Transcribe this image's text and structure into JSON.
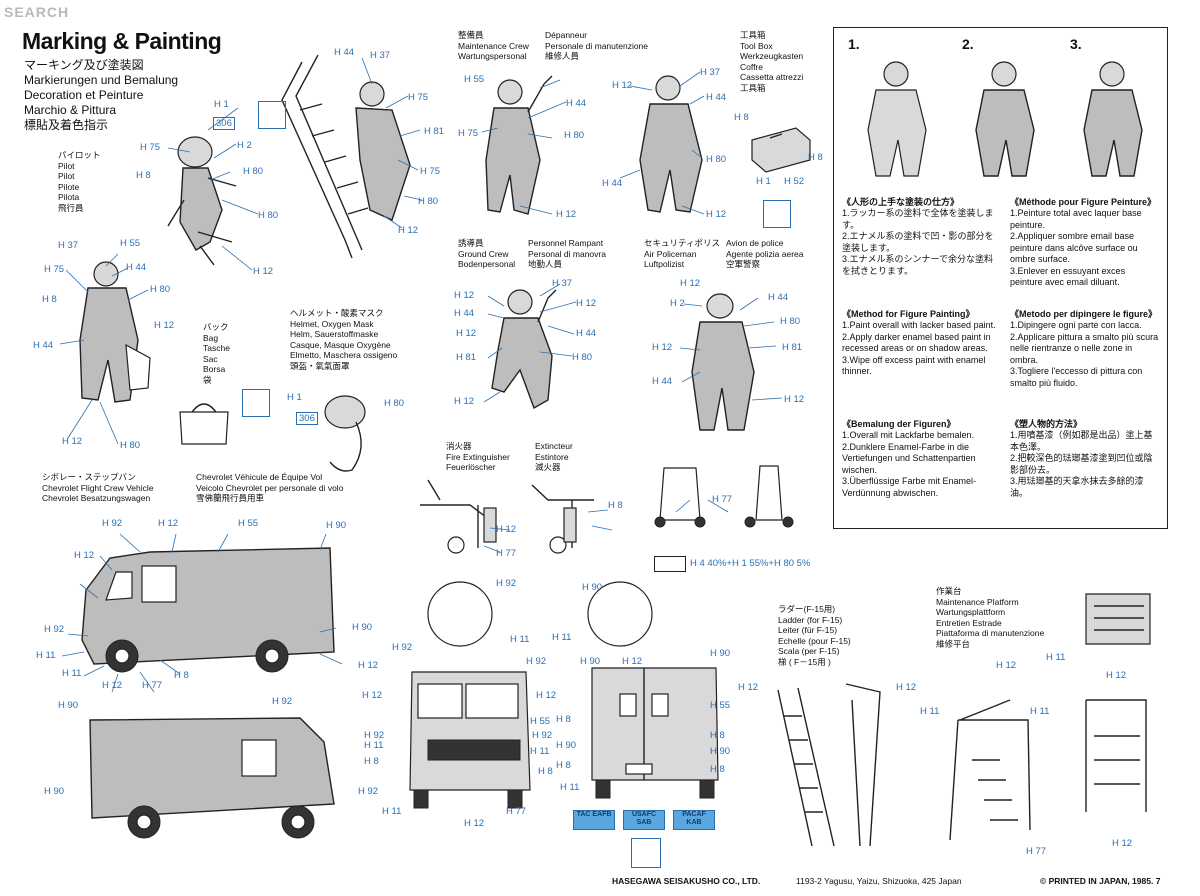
{
  "watermark": "SEARCH",
  "title": "Marking & Painting",
  "subtitle_lines": [
    "マーキング及び塗装図",
    "Markierungen und Bemalung",
    "Decoration et Peinture",
    "Marchio & Pittura",
    "標貼及着色指示"
  ],
  "figures": {
    "pilot": [
      "パイロット",
      "Pilot",
      "Pilot",
      "Pilote",
      "Pilota",
      "飛行員"
    ],
    "bag": [
      "バック",
      "Bag",
      "Tasche",
      "Sac",
      "Borsa",
      "袋"
    ],
    "helmet": [
      "ヘルメット・酸素マスク",
      "Helmet, Oxygen Mask",
      "Helm, Sauerstoffmaske",
      "Casque, Masque Oxygène",
      "Elmetto, Maschera ossigeno",
      "頭盔・氧氣面罩"
    ],
    "maint_jp": [
      "整備員",
      "Maintenance Crew",
      "Wartungspersonal"
    ],
    "maint_fr": [
      "Dépanneur",
      "Personale di manutenzione",
      "維修人員"
    ],
    "toolbox": [
      "工具箱",
      "Tool Box",
      "Werkzeugkasten",
      "Coffre",
      "Cassetta attrezzi",
      "工具箱"
    ],
    "ground_jp": [
      "誘導員",
      "Ground Crew",
      "Bodenpersonal"
    ],
    "ground_fr": [
      "Personnel Rampant",
      "Personal di manovra",
      "地勤人員"
    ],
    "police_jp": [
      "セキュリティポリス",
      "Air Policeman",
      "Luftpolizist"
    ],
    "police_fr": [
      "Avion de police",
      "Agente polizia aerea",
      "空軍警察"
    ],
    "extinguisher_jp": [
      "消火器",
      "Fire Extinguisher",
      "Feuerlöscher"
    ],
    "extinguisher_fr": [
      "Extincteur",
      "Estintore",
      "滅火器"
    ],
    "van_jp": [
      "シボレー・ステップバン",
      "Chevrolet Flight Crew Vehicle",
      "Chevrolet Besatzungswagen"
    ],
    "van_fr": [
      "Chevrolet Véhicule de Équipe Vol",
      "Veicolo Chevrolet per personale di volo",
      "雪佛蘭飛行員用車"
    ],
    "ladder": [
      "ラダー(F-15用)",
      "Ladder (for F-15)",
      "Leiter (für F-15)",
      "Echelle (pour F-15)",
      "Scala (per F-15)",
      "梯 ( F－15用 )"
    ],
    "platform": [
      "作業台",
      "Maintenance Platform",
      "Wartungsplattform",
      "Entretien Estrade",
      "Piattaforma di manutenzione",
      "維修平台"
    ]
  },
  "mix_formula": "H 4 40%+H 1 55%+H 80 5%",
  "decals": [
    "TAC EAFB",
    "USAFC SAB",
    "PACAF KAB"
  ],
  "steps": [
    "1.",
    "2.",
    "3."
  ],
  "instructions": {
    "jp_title": "《人形の上手な塗装の仕方》",
    "jp": [
      "1.ラッカー系の塗料で全体を塗装します。",
      "2.エナメル系の塗料で凹・影の部分を塗装します。",
      "3.エナメル系のシンナーで余分な塗料を拭きとります。"
    ],
    "en_title": "《Method for Figure Painting》",
    "en": [
      "1.Paint overall with lacker based paint.",
      "2.Apply darker enamel based paint in recessed areas or on shadow areas.",
      "3.Wipe off excess paint with enamel thinner."
    ],
    "de_title": "《Bemalung der Figuren》",
    "de": [
      "1.Overall mit Lackfarbe bemalen.",
      "2.Dunklere Enamel-Farbe in die Vertiefungen und Schattenpartien wischen.",
      "3.Überflüssige Farbe mit Enamel-Verdünnung abwischen."
    ],
    "fr_title": "《Méthode pour Figure Peinture》",
    "fr": [
      "1.Peinture total avec laquer base peinture.",
      "2.Appliquer sombre email base peinture dans alcôve surface ou ombre surface.",
      "3.Enlever en essuyant exces peinture avec email diluant."
    ],
    "it_title": "《Metodo per dipingere le figure》",
    "it": [
      "1.Dipingere ogni parte con lacca.",
      "2.Applicare pittura a smalto più scura nelle rientranze o nelle zone in ombra.",
      "3.Togliere l'eccesso di pittura con smalto più fluido."
    ],
    "zh_title": "《塑人物的方法》",
    "zh": [
      "1.用噴基漆（例如郡是出品）塗上基本色澤。",
      "2.把較深色的琺瑯基漆塗到凹位或陰影部份去。",
      "3.用琺瑯基的天拿水抹去多餘的漆油。"
    ]
  },
  "callouts": {
    "c_h1": "H 1",
    "c_306": "306",
    "c_h2": "H 2",
    "c_h75": "H 75",
    "c_h8": "H 8",
    "c_h80": "H 80",
    "c_h12": "H 12",
    "c_h37": "H 37",
    "c_h55": "H 55",
    "c_h44": "H 44",
    "c_h81": "H 81",
    "c_h52": "H 52",
    "c_h92": "H 92",
    "c_h90": "H 90",
    "c_h11": "H 11",
    "c_h77": "H 77"
  },
  "footer": {
    "left": "HASEGAWA SEISAKUSHO CO., LTD.",
    "address": "1193-2 Yagusu, Yaizu, Shizuoka, 425 Japan",
    "right": "© PRINTED IN JAPAN, 1985. 7"
  }
}
